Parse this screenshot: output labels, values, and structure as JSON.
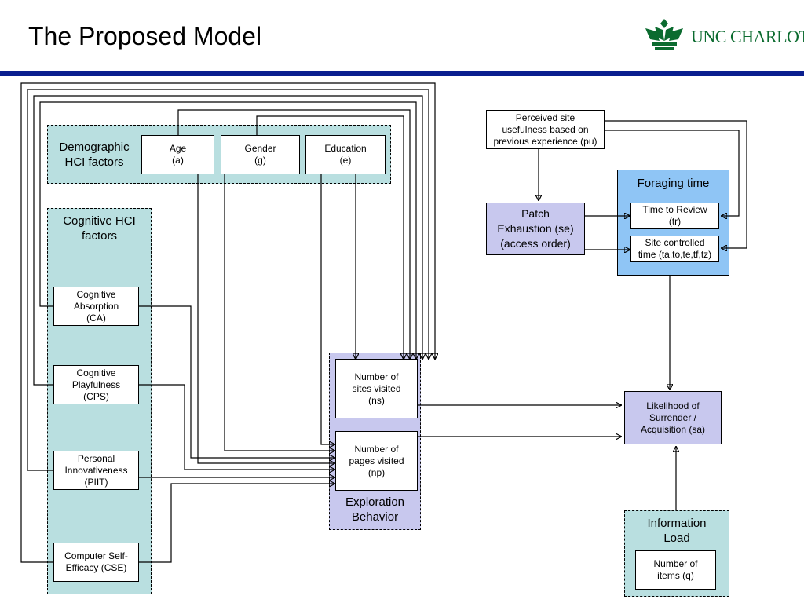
{
  "slide": {
    "title": "The Proposed Model",
    "logo_text": "UNC CHARLOTTE"
  },
  "groups": {
    "demographic": "Demographic\nHCI factors",
    "cognitive": "Cognitive HCI\nfactors",
    "exploration": "Exploration\nBehavior",
    "foraging": "Foraging time",
    "information_load": "Information\nLoad"
  },
  "nodes": {
    "age": "Age\n(a)",
    "gender": "Gender\n(g)",
    "education": "Education\n(e)",
    "ca": "Cognitive\nAbsorption\n(CA)",
    "cps": "Cognitive\nPlayfulness\n(CPS)",
    "piit": "Personal\nInnovativeness\n(PIIT)",
    "cse": "Computer Self-\nEfficacy (CSE)",
    "ns": "Number of\nsites visited\n(ns)",
    "np": "Number of\npages visited\n(np)",
    "pu": "Perceived site\nusefulness based on\nprevious experience (pu)",
    "patch": "Patch\nExhaustion (se)\n(access order)",
    "tr": "Time to Review\n(tr)",
    "sct": "Site controlled\ntime (ta,to,te,tf,tz)",
    "sa": "Likelihood of\nSurrender /\nAcquisition (sa)",
    "q": "Number of\nitems (q)"
  },
  "colors": {
    "teal": "#b9dfe0",
    "lavender": "#c8c8ee",
    "blue": "#8fc5f5",
    "rule": "#0a1f8f",
    "logo": "#0b6b2f"
  }
}
